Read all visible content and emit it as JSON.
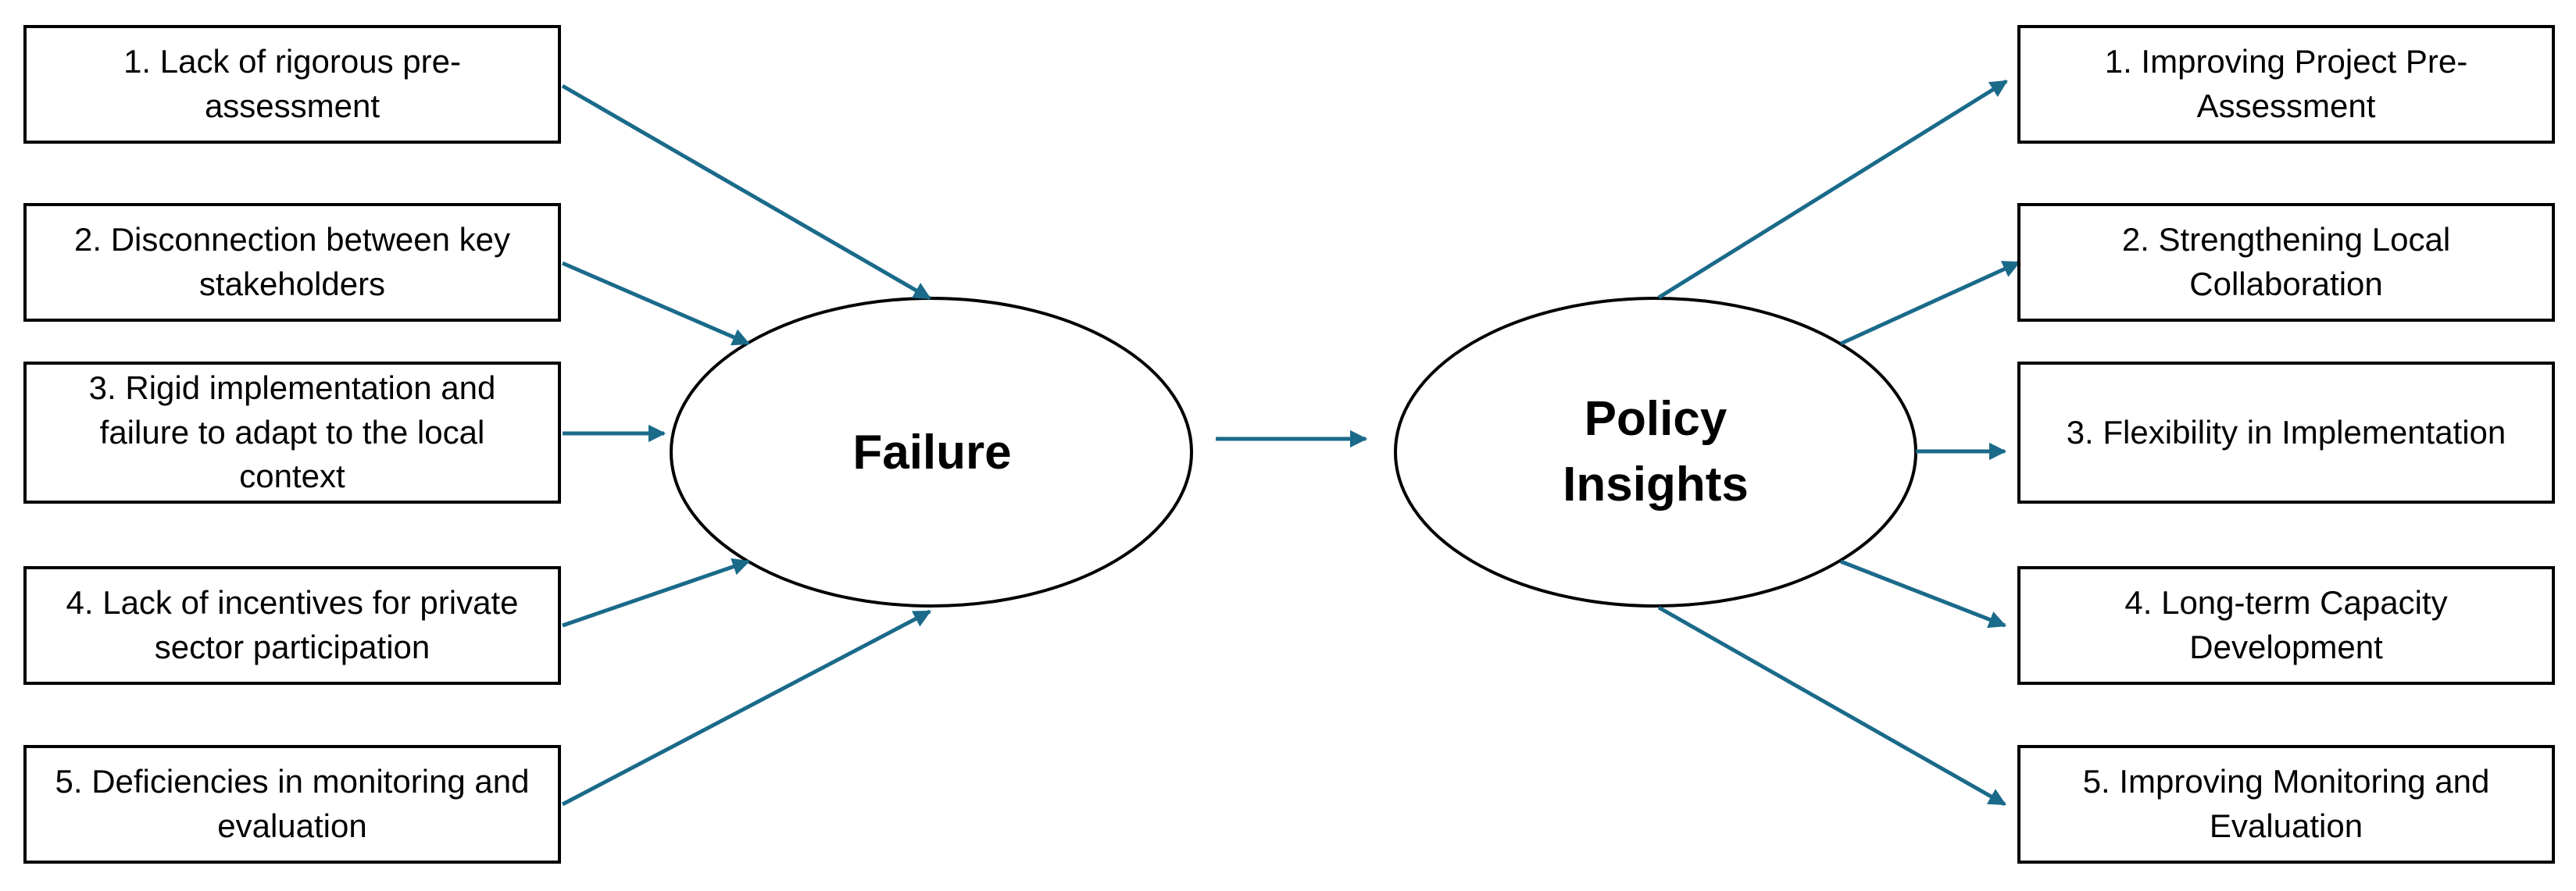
{
  "diagram": {
    "accent_color": "#1a6a8a",
    "center": {
      "failure": "Failure",
      "policy": "Policy Insights"
    },
    "failures": [
      "1. Lack of rigorous pre-assessment",
      "2. Disconnection between key stakeholders",
      "3. Rigid implementation and failure to adapt to the local context",
      "4. Lack of incentives for private sector participation",
      "5. Deficiencies in monitoring and evaluation"
    ],
    "insights": [
      "1. Improving Project Pre-Assessment",
      "2. Strengthening Local Collaboration",
      "3. Flexibility in Implementation",
      "4. Long-term Capacity Development",
      "5. Improving Monitoring and Evaluation"
    ]
  }
}
